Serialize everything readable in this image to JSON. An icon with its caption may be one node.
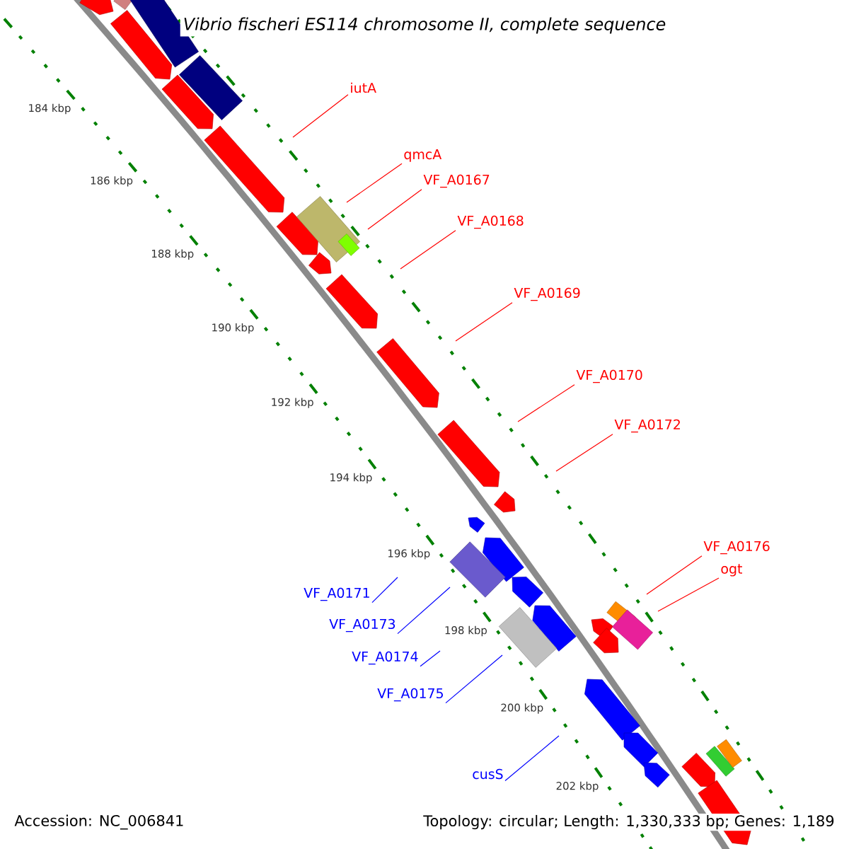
{
  "diagram": {
    "title": "Vibrio fischeri ES114 chromosome II, complete sequence",
    "nodes": [
      {
        "text": [
          "iutA"
        ]
      },
      {
        "text": [
          "qmcA"
        ]
      },
      {
        "text": [
          "VF_A0167"
        ]
      },
      {
        "text": [
          "VF_A0168"
        ]
      },
      {
        "text": [
          "VF_A0169"
        ]
      },
      {
        "text": [
          "VF_A0170"
        ]
      },
      {
        "text": [
          "VF_A0172"
        ]
      },
      {
        "text": [
          "VF_A0176"
        ]
      },
      {
        "text": [
          "ogt"
        ]
      },
      {
        "text": [
          "VF_A0171"
        ]
      },
      {
        "text": [
          "VF_A0173"
        ]
      },
      {
        "text": [
          "VF_A0174"
        ]
      },
      {
        "text": [
          "VF_A0175"
        ]
      },
      {
        "text": [
          "cusS"
        ]
      }
    ],
    "edges": [
      {
        "from": 0,
        "to": null,
        "arrow": "none"
      },
      {
        "from": 1,
        "to": null,
        "arrow": "none"
      },
      {
        "from": 2,
        "to": null,
        "arrow": "none"
      },
      {
        "from": 3,
        "to": null,
        "arrow": "none"
      },
      {
        "from": 4,
        "to": null,
        "arrow": "none"
      },
      {
        "from": 5,
        "to": null,
        "arrow": "none"
      },
      {
        "from": 6,
        "to": null,
        "arrow": "none"
      },
      {
        "from": 7,
        "to": null,
        "arrow": "none"
      },
      {
        "from": 8,
        "to": null,
        "arrow": "none"
      },
      {
        "from": 9,
        "to": null,
        "arrow": "none",
        "color": "#0000ff"
      },
      {
        "from": 10,
        "to": null,
        "arrow": "none",
        "color": "#0000ff"
      },
      {
        "from": 11,
        "to": null,
        "arrow": "none",
        "color": "#0000ff"
      },
      {
        "from": 12,
        "to": null,
        "arrow": "none",
        "color": "#0000ff"
      },
      {
        "from": 13,
        "to": null,
        "arrow": "none",
        "color": "#0000ff"
      }
    ],
    "labels": [
      "184 kbp",
      "186 kbp",
      "188 kbp",
      "190 kbp",
      "192 kbp",
      "194 kbp",
      "196 kbp",
      "198 kbp",
      "200 kbp",
      "202 kbp",
      "Accession: NC_006841",
      "Topology: circular; Length: 1,330,333 bp; Genes: 1,189"
    ]
  }
}
